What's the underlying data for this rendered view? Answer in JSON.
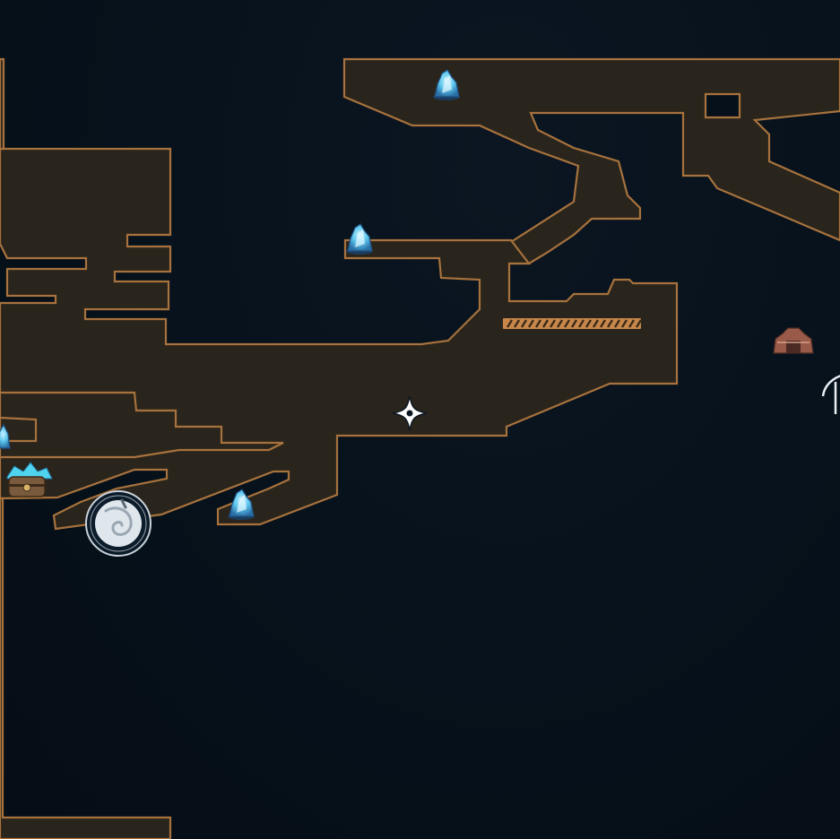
{
  "map": {
    "colors": {
      "background": "#06101a",
      "floor_fill": "#2a251c",
      "floor_outline": "#a7723d",
      "crystal": "#5fc8ee",
      "crystal_dark": "#2a6fa6",
      "waypoint": "#e9eef2",
      "cursor": "#ffffff",
      "chest": "#b06d55"
    },
    "markers": [
      {
        "type": "crystal-ore",
        "icon": "crystal-ore-icon"
      },
      {
        "type": "crystal-ore",
        "icon": "crystal-ore-icon"
      },
      {
        "type": "crystal-ore",
        "icon": "crystal-ore-icon"
      },
      {
        "type": "crystal-ore",
        "icon": "crystal-ore-icon"
      },
      {
        "type": "teleport-waypoint",
        "icon": "swirl-waypoint-icon"
      },
      {
        "type": "treasure-chest",
        "icon": "chest-icon"
      },
      {
        "type": "domain-entrance",
        "icon": "domain-entrance-icon"
      },
      {
        "type": "player-cursor",
        "icon": "four-point-star-icon"
      }
    ]
  }
}
